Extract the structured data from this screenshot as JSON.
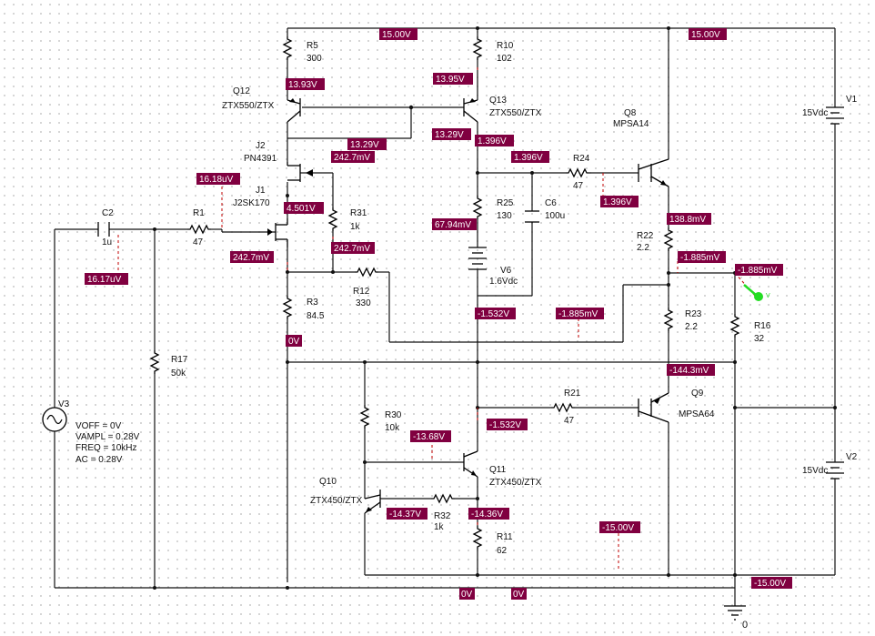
{
  "components": [
    {
      "id": "R5",
      "value": "300"
    },
    {
      "id": "R10",
      "value": "102"
    },
    {
      "id": "Q12",
      "value": "ZTX550/ZTX"
    },
    {
      "id": "Q13",
      "value": "ZTX550/ZTX"
    },
    {
      "id": "Q8",
      "value": "MPSA14"
    },
    {
      "id": "J2",
      "value": "PN4391"
    },
    {
      "id": "J1",
      "value": "J2SK170"
    },
    {
      "id": "R24",
      "value": "47"
    },
    {
      "id": "R25",
      "value": "130"
    },
    {
      "id": "C6",
      "value": "100u"
    },
    {
      "id": "R31",
      "value": "1k"
    },
    {
      "id": "C2",
      "value": "1u"
    },
    {
      "id": "R1",
      "value": "47"
    },
    {
      "id": "R22",
      "value": "2.2"
    },
    {
      "id": "V6",
      "value": "1.6Vdc"
    },
    {
      "id": "R12",
      "value": "330"
    },
    {
      "id": "R3",
      "value": "84.5"
    },
    {
      "id": "R23",
      "value": "2.2"
    },
    {
      "id": "R16",
      "value": "32"
    },
    {
      "id": "R17",
      "value": "50k"
    },
    {
      "id": "R21",
      "value": "47"
    },
    {
      "id": "Q9",
      "value": "MPSA64"
    },
    {
      "id": "R30",
      "value": "10k"
    },
    {
      "id": "Q11",
      "value": "ZTX450/ZTX"
    },
    {
      "id": "Q10",
      "value": "ZTX450/ZTX"
    },
    {
      "id": "R32",
      "value": "1k"
    },
    {
      "id": "R11",
      "value": "62"
    },
    {
      "id": "V1",
      "value": "15Vdc"
    },
    {
      "id": "V2",
      "value": "15Vdc"
    },
    {
      "id": "V3",
      "value": ""
    }
  ],
  "v3_params": [
    "VOFF = 0V",
    "VAMPL = 0.28V",
    "FREQ = 10kHz",
    "AC = 0.28V"
  ],
  "voltage_tags": [
    "15.00V",
    "15.00V",
    "13.93V",
    "13.95V",
    "13.29V",
    "13.29V",
    "1.396V",
    "1.396V",
    "242.7mV",
    "16.18uV",
    "1.396V",
    "4.501V",
    "138.8mV",
    "67.94mV",
    "242.7mV",
    "242.7mV",
    "-1.885mV",
    "-1.885mV",
    "16.17uV",
    "-1.885mV",
    "-1.532V",
    "0V",
    "-144.3mV",
    "-1.532V",
    "-13.68V",
    "-14.37V",
    "-14.36V",
    "-15.00V",
    "-15.00V",
    "0V",
    "0V"
  ],
  "ground_label": "0",
  "colors": {
    "tag_bg": "#800040",
    "tag_text": "#ffffff",
    "wire": "#111111",
    "probe_wire": "#c00000",
    "marker": "#22dd22",
    "grid_dot": "#c9c9c9"
  },
  "icons": [
    "resistor-icon",
    "capacitor-icon",
    "npn-transistor-icon",
    "pnp-transistor-icon",
    "jfet-icon",
    "dc-source-icon",
    "ac-source-icon",
    "ground-icon",
    "voltage-marker-icon"
  ]
}
